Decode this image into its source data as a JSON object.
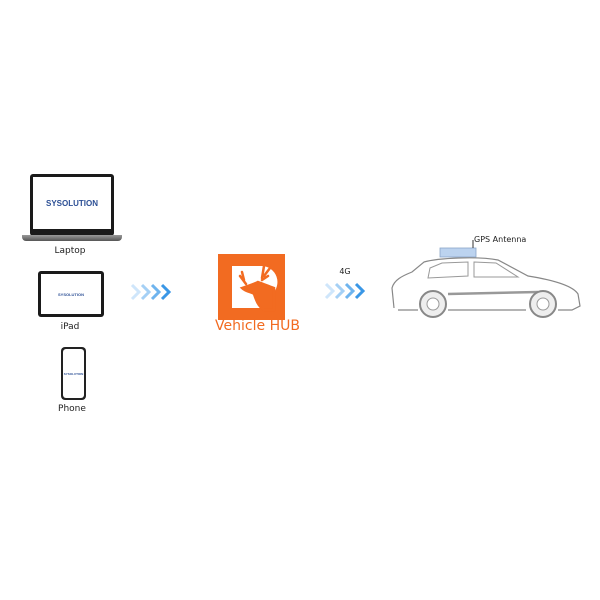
{
  "devices": [
    {
      "label": "Laptop",
      "screen_text": "SYSOLUTION"
    },
    {
      "label": "iPad",
      "screen_text": "SYSOLUTION"
    },
    {
      "label": "Phone",
      "screen_text": "SYSOLUTION"
    }
  ],
  "hub": {
    "label": "Vehicle HUB",
    "color": "#f26b21"
  },
  "link": {
    "label": "4G"
  },
  "vehicle": {
    "antenna_label": "GPS Antenna"
  },
  "colors": {
    "arrow": "#3a97e6",
    "brand": "#2c4f95"
  }
}
